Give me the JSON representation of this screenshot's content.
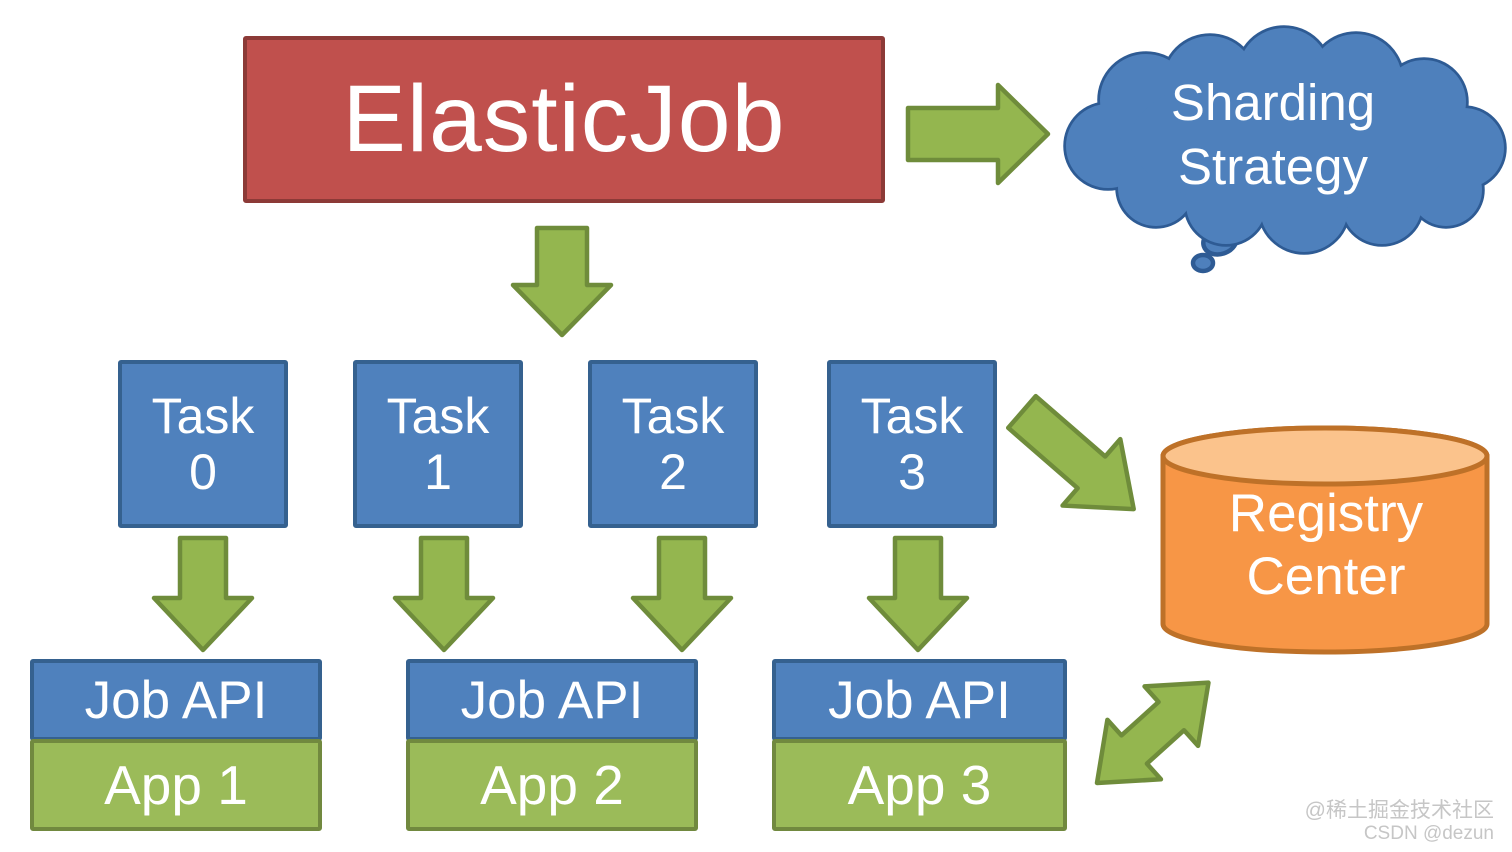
{
  "diagram": {
    "root": {
      "label": "ElasticJob"
    },
    "cloud": {
      "line1": "Sharding",
      "line2": "Strategy"
    },
    "tasks": [
      {
        "line1": "Task",
        "line2": "0"
      },
      {
        "line1": "Task",
        "line2": "1"
      },
      {
        "line1": "Task",
        "line2": "2"
      },
      {
        "line1": "Task",
        "line2": "3"
      }
    ],
    "apps": [
      {
        "api_label": "Job API",
        "app_label": "App 1"
      },
      {
        "api_label": "Job API",
        "app_label": "App 2"
      },
      {
        "api_label": "Job API",
        "app_label": "App 3"
      }
    ],
    "registry": {
      "line1": "Registry",
      "line2": "Center"
    }
  },
  "watermark": {
    "line1": "@稀土掘金技术社区",
    "line2": "CSDN @dezun"
  },
  "colors": {
    "bg": "#ffffff",
    "text_color": "#ffffff",
    "red_fill": "#C0504D",
    "red_stroke": "#8C3A37",
    "blue_fill": "#4F81BD",
    "blue_stroke": "#35618F",
    "green_fill": "#9BBB59",
    "green_stroke": "#71893F",
    "arrow_fill": "#94B64F",
    "arrow_stroke": "#6F8C3B",
    "cloud_fill": "#4E80BC",
    "cloud_stroke": "#2E5B94",
    "orange_fill": "#F79646",
    "orange_top_fill": "#FBC38C",
    "orange_stroke": "#BE7128",
    "watermark_color": "#c6c6c6"
  }
}
